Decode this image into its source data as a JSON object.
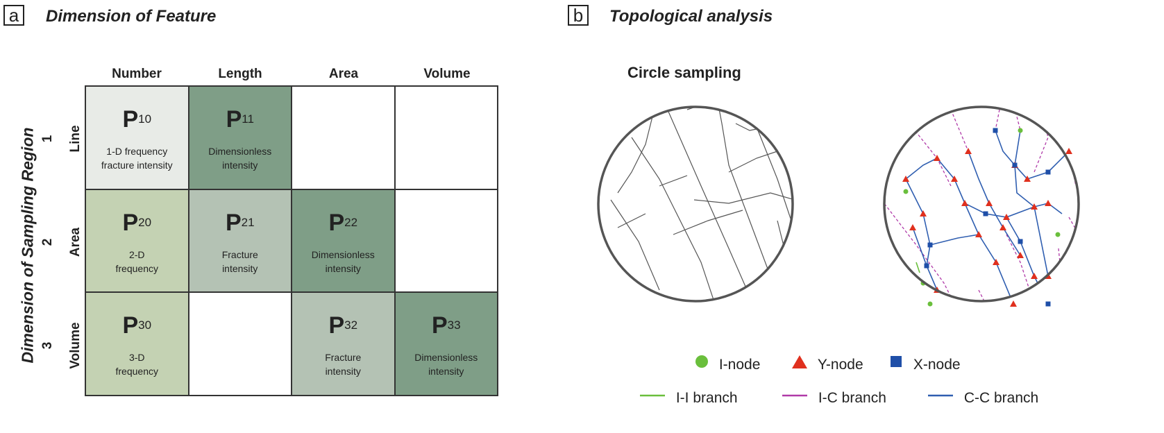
{
  "panel_a": {
    "letter": "a",
    "title": "Dimension of Feature",
    "side_title": "Dimension of Sampling Region",
    "columns": [
      "Number",
      "Length",
      "Area",
      "Volume"
    ],
    "rows": [
      {
        "num": "1",
        "name": "Line"
      },
      {
        "num": "2",
        "name": "Area"
      },
      {
        "num": "3",
        "name": "Volume"
      }
    ],
    "cells": [
      {
        "sym": "P",
        "sub": "10",
        "desc1": "1-D frequency",
        "desc2": "fracture intensity",
        "color": "#e8ebe7"
      },
      {
        "sym": "P",
        "sub": "11",
        "desc1": "Dimensionless",
        "desc2": "intensity",
        "color": "#7f9e87"
      },
      {
        "sym": "",
        "sub": "",
        "desc1": "",
        "desc2": "",
        "color": "#ffffff"
      },
      {
        "sym": "",
        "sub": "",
        "desc1": "",
        "desc2": "",
        "color": "#ffffff"
      },
      {
        "sym": "P",
        "sub": "20",
        "desc1": "2-D",
        "desc2": "frequency",
        "color": "#c4d2b3"
      },
      {
        "sym": "P",
        "sub": "21",
        "desc1": "Fracture",
        "desc2": "intensity",
        "color": "#b4c2b4"
      },
      {
        "sym": "P",
        "sub": "22",
        "desc1": "Dimensionless",
        "desc2": "intensity",
        "color": "#7f9e87"
      },
      {
        "sym": "",
        "sub": "",
        "desc1": "",
        "desc2": "",
        "color": "#ffffff"
      },
      {
        "sym": "P",
        "sub": "30",
        "desc1": "3-D",
        "desc2": "frequency",
        "color": "#c4d2b3"
      },
      {
        "sym": "",
        "sub": "",
        "desc1": "",
        "desc2": "",
        "color": "#ffffff"
      },
      {
        "sym": "P",
        "sub": "32",
        "desc1": "Fracture",
        "desc2": "intensity",
        "color": "#b4c2b4"
      },
      {
        "sym": "P",
        "sub": "33",
        "desc1": "Dimensionless",
        "desc2": "intensity",
        "color": "#7f9e87"
      }
    ]
  },
  "panel_b": {
    "letter": "b",
    "title": "Topological analysis",
    "circle_label": "Circle sampling",
    "legend": {
      "i_node": "I-node",
      "y_node": "Y-node",
      "x_node": "X-node",
      "ii_branch": "I-I branch",
      "ic_branch": "I-C branch",
      "cc_branch": "C-C branch"
    },
    "colors": {
      "i_node": "#6abf3c",
      "y_node": "#e0301e",
      "x_node": "#1f4fa8",
      "ii_branch": "#6abf3c",
      "ic_branch": "#b03aa8",
      "cc_branch": "#2f5eb0"
    }
  }
}
